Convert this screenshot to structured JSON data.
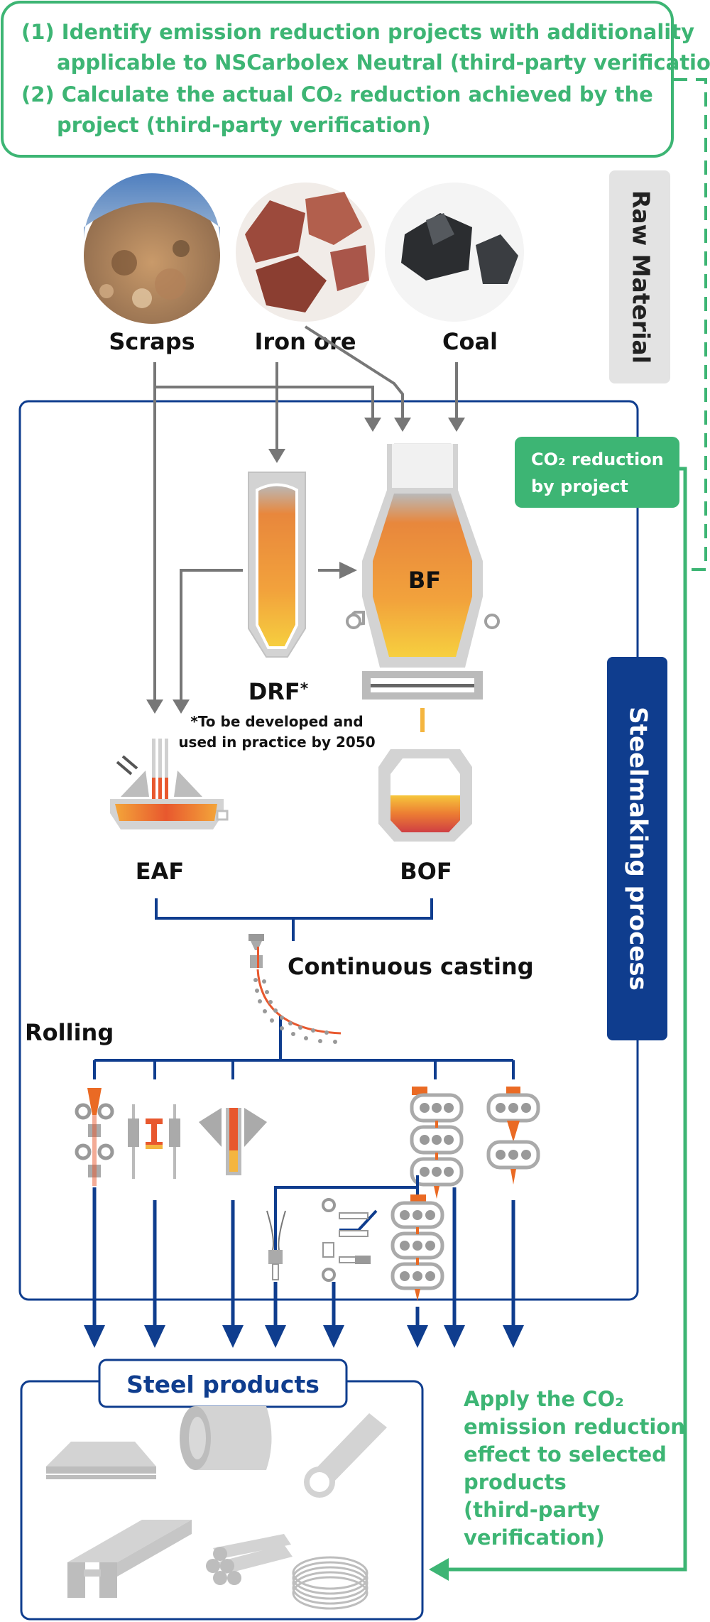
{
  "header": {
    "item1_line1": "(1) Identify emission reduction projects with additionality",
    "item1_line2": "applicable to NSCarbolex Neutral (third-party verification)",
    "item2_line1": "(2) Calculate the actual CO₂ reduction achieved by the",
    "item2_line2": "project (third-party verification)"
  },
  "raw_material": {
    "title": "Raw Material",
    "scraps": "Scraps",
    "iron_ore": "Iron ore",
    "coal": "Coal"
  },
  "co2_reduction_badge": {
    "line1": "CO₂ reduction",
    "line2": "by project"
  },
  "steelmaking_label": "Steelmaking process",
  "units": {
    "bf": "BF",
    "drf": "DRF",
    "drf_mark": "*",
    "drf_note_line1": "*To be developed and",
    "drf_note_line2": "used in practice by 2050",
    "eaf": "EAF",
    "bof": "BOF",
    "continuous_casting": "Continuous casting",
    "rolling": "Rolling"
  },
  "steel_products": {
    "title": "Steel products"
  },
  "apply_text": {
    "line1": "Apply the CO₂",
    "line2": "emission reduction",
    "line3": "effect to selected",
    "line4": "products",
    "line5": "(third-party",
    "line6": "verification)"
  },
  "colors": {
    "green": "#3db574",
    "navy": "#0f3d8e",
    "gray_arrow": "#777777",
    "light_gray": "#c8c8c8",
    "orange": "#f08a1c"
  }
}
